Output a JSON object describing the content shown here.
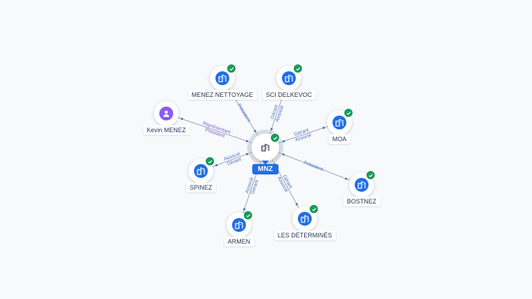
{
  "center": {
    "label": "MNZ"
  },
  "nodes": [
    {
      "id": "menez-nettoyage",
      "label": "MENEZ NETTOYAGE",
      "kind": "company"
    },
    {
      "id": "sci-delkevoc",
      "label": "SCI DELKEVOC",
      "kind": "company"
    },
    {
      "id": "kevin-menez",
      "label": "Kevin MENEZ",
      "kind": "person"
    },
    {
      "id": "moa",
      "label": "MOA",
      "kind": "company"
    },
    {
      "id": "spinez",
      "label": "SPINEZ",
      "kind": "company"
    },
    {
      "id": "bostnez",
      "label": "BOSTNEZ",
      "kind": "company"
    },
    {
      "id": "armen",
      "label": "ARMEN",
      "kind": "company"
    },
    {
      "id": "les-determines",
      "label": "LES DÉTERMINÉS",
      "kind": "company"
    }
  ],
  "edges": [
    {
      "to": "menez-nettoyage",
      "labels": [
        "Président"
      ]
    },
    {
      "to": "sci-delkevoc",
      "labels": [
        "Gérant",
        "Associé"
      ]
    },
    {
      "to": "kevin-menez",
      "labels": [
        "Président",
        "Représentant"
      ]
    },
    {
      "to": "moa",
      "labels": [
        "Gérant",
        "Associé"
      ]
    },
    {
      "to": "spinez",
      "labels": [
        "Gérant",
        "Associé"
      ]
    },
    {
      "to": "bostnez",
      "labels": [
        "Président"
      ]
    },
    {
      "to": "armen",
      "labels": [
        "Gérant",
        "Associé"
      ]
    },
    {
      "to": "les-determines",
      "labels": [
        "Gérant",
        "Associé"
      ]
    }
  ],
  "colors": {
    "company": "#1f6fe5",
    "person": "#8a5cf0",
    "badge": "#1a9a5a",
    "edge": "#9aa3b2"
  },
  "icons": {
    "company": "building-icon",
    "person": "user-icon",
    "badge": "check-icon"
  }
}
